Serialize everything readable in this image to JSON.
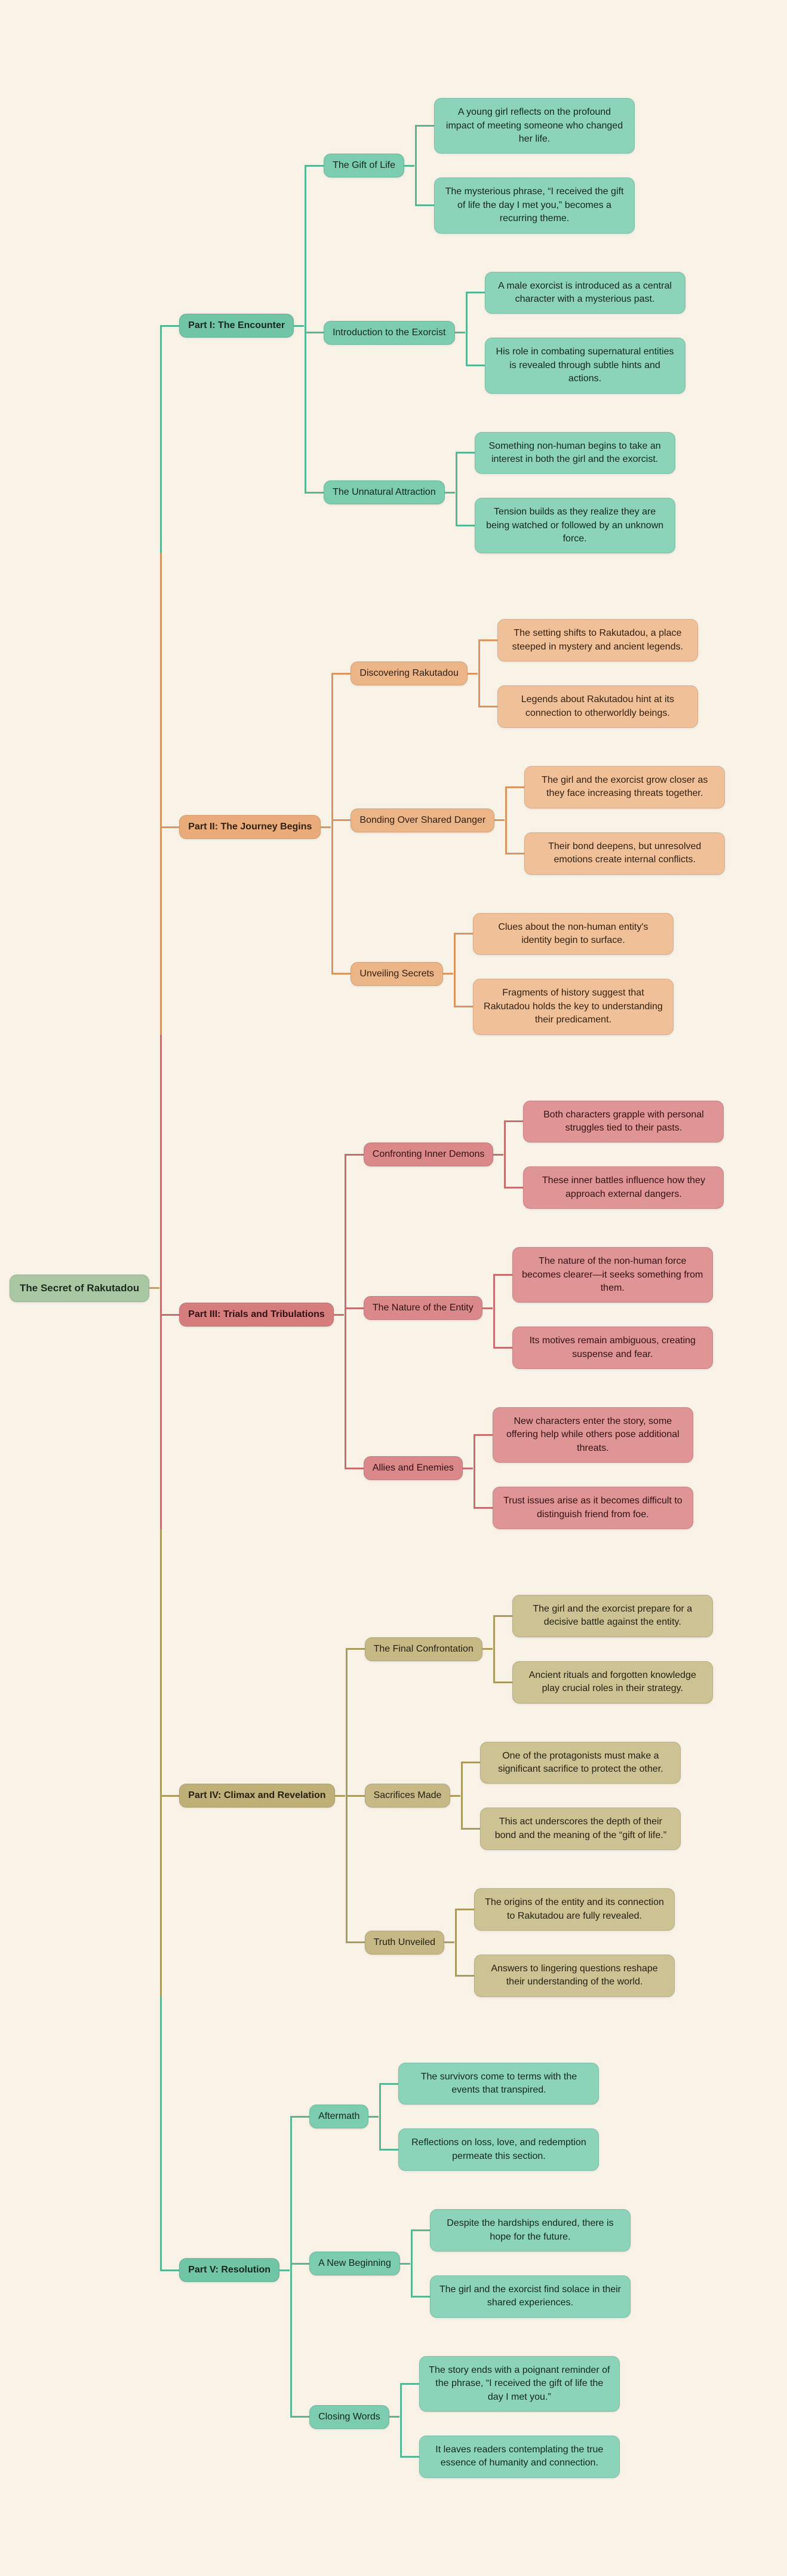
{
  "palette": {
    "background": "#f8f2e7",
    "root_fill": "#a9c7a3",
    "green_branch": "#6fc5a6",
    "orange_branch": "#e9ab79",
    "red_branch": "#d67d7e",
    "olive_branch": "#beb077",
    "trunk_line": "#c09f72"
  },
  "root": {
    "label": "The Secret of Rakutadou",
    "children": [
      {
        "label": "Part I: The Encounter",
        "color": "green",
        "children": [
          {
            "label": "The Gift of Life",
            "children": [
              {
                "label": "A young girl reflects on the profound impact of meeting someone who changed her life."
              },
              {
                "label": "The mysterious phrase, “I received the gift of life the day I met you,” becomes a recurring theme."
              }
            ]
          },
          {
            "label": "Introduction to the Exorcist",
            "children": [
              {
                "label": "A male exorcist is introduced as a central character with a mysterious past."
              },
              {
                "label": "His role in combating supernatural entities is revealed through subtle hints and actions."
              }
            ]
          },
          {
            "label": "The Unnatural Attraction",
            "children": [
              {
                "label": "Something non-human begins to take an interest in both the girl and the exorcist."
              },
              {
                "label": "Tension builds as they realize they are being watched or followed by an unknown force."
              }
            ]
          }
        ]
      },
      {
        "label": "Part II: The Journey Begins",
        "color": "orange",
        "children": [
          {
            "label": "Discovering Rakutadou",
            "children": [
              {
                "label": "The setting shifts to Rakutadou, a place steeped in mystery and ancient legends."
              },
              {
                "label": "Legends about Rakutadou hint at its connection to otherworldly beings."
              }
            ]
          },
          {
            "label": "Bonding Over Shared Danger",
            "children": [
              {
                "label": "The girl and the exorcist grow closer as they face increasing threats together."
              },
              {
                "label": "Their bond deepens, but unresolved emotions create internal conflicts."
              }
            ]
          },
          {
            "label": "Unveiling Secrets",
            "children": [
              {
                "label": "Clues about the non-human entity's identity begin to surface."
              },
              {
                "label": "Fragments of history suggest that Rakutadou holds the key to understanding their predicament."
              }
            ]
          }
        ]
      },
      {
        "label": "Part III: Trials and Tribulations",
        "color": "red",
        "children": [
          {
            "label": "Confronting Inner Demons",
            "children": [
              {
                "label": "Both characters grapple with personal struggles tied to their pasts."
              },
              {
                "label": "These inner battles influence how they approach external dangers."
              }
            ]
          },
          {
            "label": "The Nature of the Entity",
            "children": [
              {
                "label": "The nature of the non-human force becomes clearer—it seeks something from them."
              },
              {
                "label": "Its motives remain ambiguous, creating suspense and fear."
              }
            ]
          },
          {
            "label": "Allies and Enemies",
            "children": [
              {
                "label": "New characters enter the story, some offering help while others pose additional threats."
              },
              {
                "label": "Trust issues arise as it becomes difficult to distinguish friend from foe."
              }
            ]
          }
        ]
      },
      {
        "label": "Part IV: Climax and Revelation",
        "color": "olive",
        "children": [
          {
            "label": "The Final Confrontation",
            "children": [
              {
                "label": "The girl and the exorcist prepare for a decisive battle against the entity."
              },
              {
                "label": "Ancient rituals and forgotten knowledge play crucial roles in their strategy."
              }
            ]
          },
          {
            "label": "Sacrifices Made",
            "children": [
              {
                "label": "One of the protagonists must make a significant sacrifice to protect the other."
              },
              {
                "label": "This act underscores the depth of their bond and the meaning of the “gift of life.”"
              }
            ]
          },
          {
            "label": "Truth Unveiled",
            "children": [
              {
                "label": "The origins of the entity and its connection to Rakutadou are fully revealed."
              },
              {
                "label": "Answers to lingering questions reshape their understanding of the world."
              }
            ]
          }
        ]
      },
      {
        "label": "Part V: Resolution",
        "color": "green",
        "children": [
          {
            "label": "Aftermath",
            "children": [
              {
                "label": "The survivors come to terms with the events that transpired."
              },
              {
                "label": "Reflections on loss, love, and redemption permeate this section."
              }
            ]
          },
          {
            "label": "A New Beginning",
            "children": [
              {
                "label": "Despite the hardships endured, there is hope for the future."
              },
              {
                "label": "The girl and the exorcist find solace in their shared experiences."
              }
            ]
          },
          {
            "label": "Closing Words",
            "children": [
              {
                "label": "The story ends with a poignant reminder of the phrase, “I received the gift of life the day I met you.”"
              },
              {
                "label": "It leaves readers contemplating the true essence of humanity and connection."
              }
            ]
          }
        ]
      }
    ]
  }
}
